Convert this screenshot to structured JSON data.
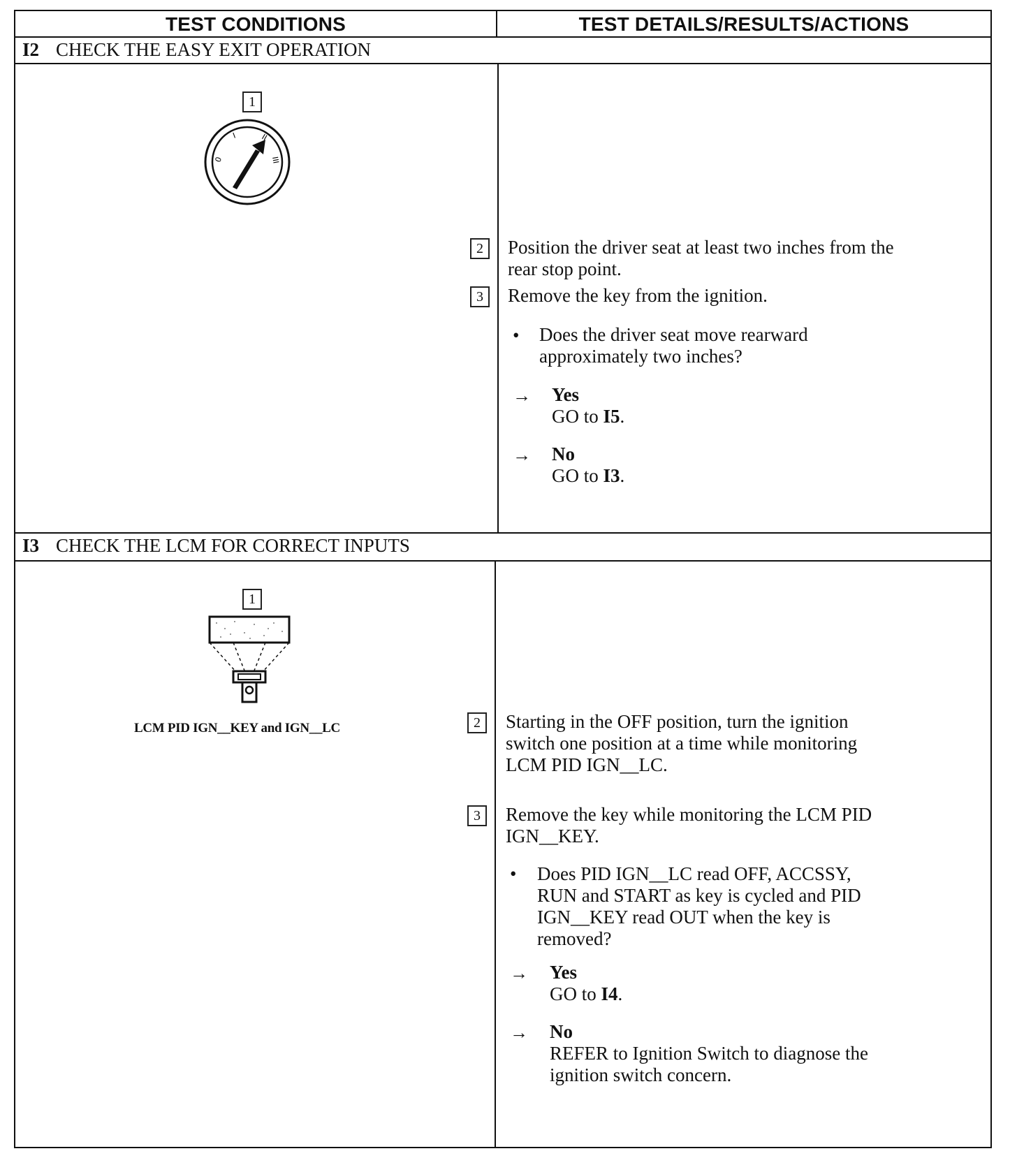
{
  "header": {
    "left": "TEST CONDITIONS",
    "right": "TEST DETAILS/RESULTS/ACTIONS"
  },
  "steps": [
    {
      "id": "I2",
      "title": "CHECK THE EASY EXIT OPERATION",
      "left_box_number": "1",
      "dial_labels": [
        "0",
        "I",
        "II",
        "III"
      ],
      "actions": [
        {
          "number": "2",
          "lines": [
            "Position the driver seat at least two inches from the",
            "rear stop point."
          ]
        },
        {
          "number": "3",
          "lines": [
            "Remove the key from the ignition."
          ]
        }
      ],
      "question": [
        "Does the driver seat move rearward",
        "approximately two inches?"
      ],
      "yes": {
        "label": "Yes",
        "action_prefix": "GO to ",
        "action_target": "I5",
        "action_suffix": "."
      },
      "no": {
        "label": "No",
        "action_prefix": "GO to ",
        "action_target": "I3",
        "action_suffix": "."
      }
    },
    {
      "id": "I3",
      "title": "CHECK THE LCM FOR CORRECT INPUTS",
      "left_box_number": "1",
      "caption": "LCM PID IGN__KEY and IGN__LC",
      "actions": [
        {
          "number": "2",
          "lines": [
            "Starting in the OFF position, turn the ignition",
            "switch one position at a time while monitoring",
            "LCM PID IGN__LC."
          ]
        },
        {
          "number": "3",
          "lines": [
            "Remove the key while monitoring the LCM PID",
            "IGN__KEY."
          ]
        }
      ],
      "question": [
        "Does PID IGN__LC read OFF, ACCSSY,",
        "RUN and START as key is cycled and PID",
        "IGN__KEY read OUT when the key is",
        "removed?"
      ],
      "yes": {
        "label": "Yes",
        "action_prefix": "GO to ",
        "action_target": "I4",
        "action_suffix": "."
      },
      "no": {
        "label": "No",
        "lines": [
          "REFER to Ignition Switch to diagnose the",
          "ignition switch concern."
        ]
      }
    }
  ]
}
